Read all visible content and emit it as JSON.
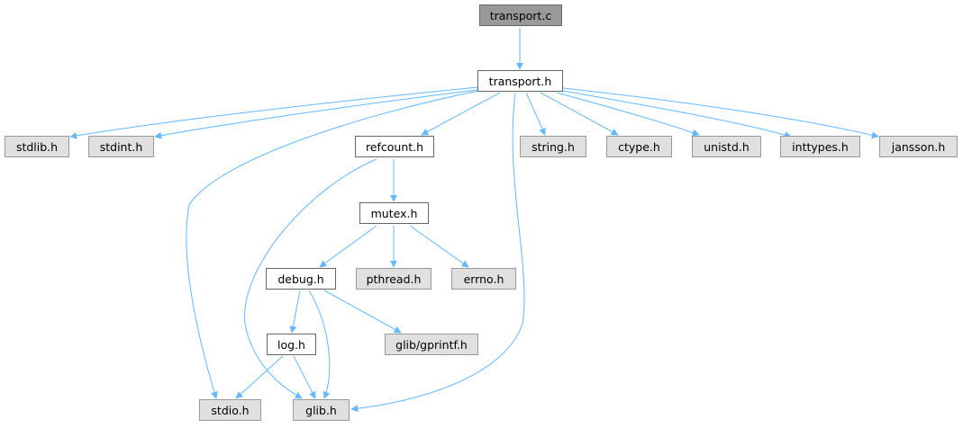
{
  "nodes": {
    "transport_c": {
      "label": "transport.c",
      "kind": "root"
    },
    "transport_h": {
      "label": "transport.h",
      "kind": "project"
    },
    "stdlib_h": {
      "label": "stdlib.h",
      "kind": "system"
    },
    "stdint_h": {
      "label": "stdint.h",
      "kind": "system"
    },
    "refcount_h": {
      "label": "refcount.h",
      "kind": "project"
    },
    "string_h": {
      "label": "string.h",
      "kind": "system"
    },
    "ctype_h": {
      "label": "ctype.h",
      "kind": "system"
    },
    "unistd_h": {
      "label": "unistd.h",
      "kind": "system"
    },
    "inttypes_h": {
      "label": "inttypes.h",
      "kind": "system"
    },
    "jansson_h": {
      "label": "jansson.h",
      "kind": "system"
    },
    "mutex_h": {
      "label": "mutex.h",
      "kind": "project"
    },
    "debug_h": {
      "label": "debug.h",
      "kind": "project"
    },
    "pthread_h": {
      "label": "pthread.h",
      "kind": "system"
    },
    "errno_h": {
      "label": "errno.h",
      "kind": "system"
    },
    "log_h": {
      "label": "log.h",
      "kind": "project"
    },
    "gprintf_h": {
      "label": "glib/gprintf.h",
      "kind": "system"
    },
    "stdio_h": {
      "label": "stdio.h",
      "kind": "system"
    },
    "glib_h": {
      "label": "glib.h",
      "kind": "system"
    }
  },
  "edges": [
    [
      "transport_c",
      "transport_h"
    ],
    [
      "transport_h",
      "stdlib_h"
    ],
    [
      "transport_h",
      "stdint_h"
    ],
    [
      "transport_h",
      "stdio_h"
    ],
    [
      "transport_h",
      "refcount_h"
    ],
    [
      "transport_h",
      "glib_h"
    ],
    [
      "transport_h",
      "string_h"
    ],
    [
      "transport_h",
      "ctype_h"
    ],
    [
      "transport_h",
      "unistd_h"
    ],
    [
      "transport_h",
      "inttypes_h"
    ],
    [
      "transport_h",
      "jansson_h"
    ],
    [
      "refcount_h",
      "mutex_h"
    ],
    [
      "refcount_h",
      "glib_h"
    ],
    [
      "mutex_h",
      "debug_h"
    ],
    [
      "mutex_h",
      "pthread_h"
    ],
    [
      "mutex_h",
      "errno_h"
    ],
    [
      "debug_h",
      "log_h"
    ],
    [
      "debug_h",
      "gprintf_h"
    ],
    [
      "debug_h",
      "glib_h"
    ],
    [
      "log_h",
      "stdio_h"
    ],
    [
      "log_h",
      "glib_h"
    ]
  ],
  "colors": {
    "edge": "#63b8ff",
    "root_fill": "#999999",
    "system_fill": "#e0e0e0",
    "project_fill": "#ffffff"
  }
}
